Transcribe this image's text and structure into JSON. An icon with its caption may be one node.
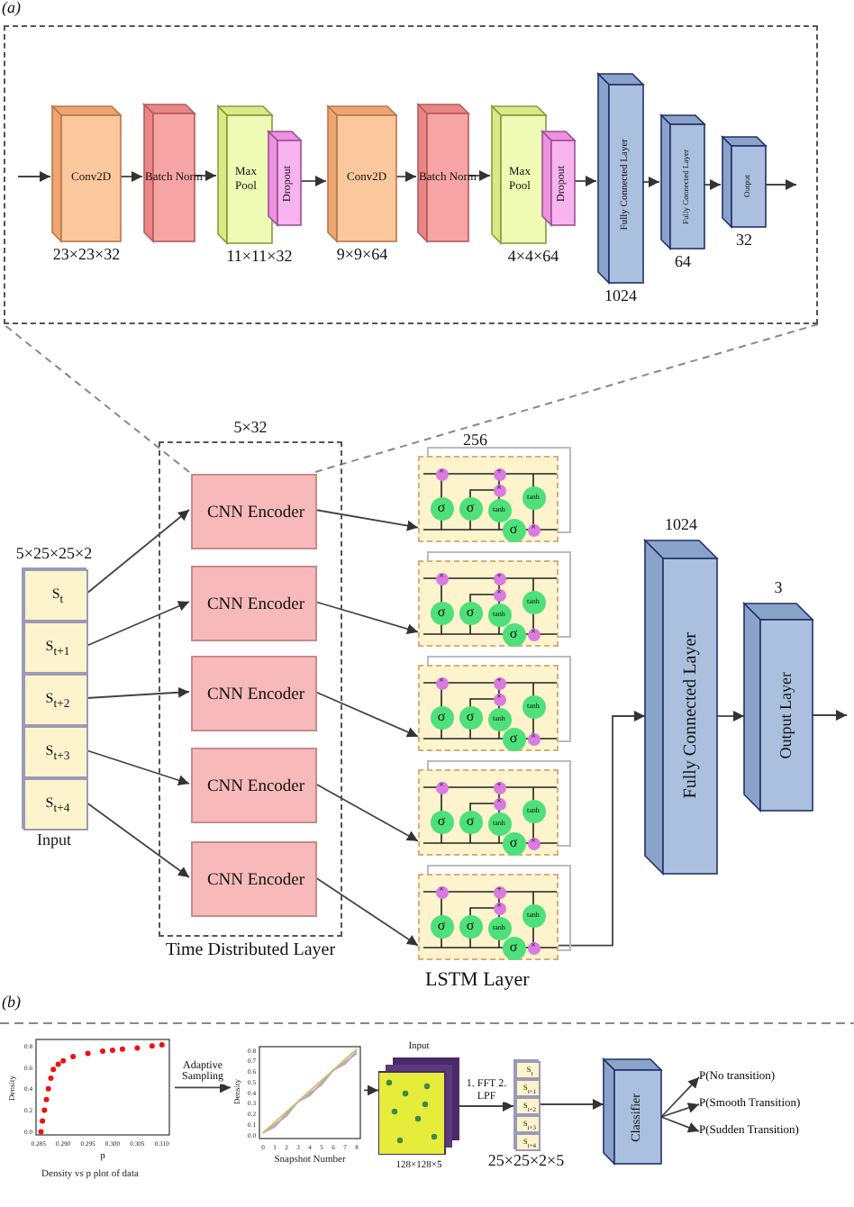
{
  "diagram": {
    "nodes": [
      {
        "text": [],
        "shape": "box"
      },
      {
        "text": [
          "Conv2D"
        ],
        "in": 0,
        "beside": [
          "23×23×32"
        ]
      },
      {
        "text": [
          "Batch Norm"
        ],
        "in": 0
      },
      {
        "text": [
          "Max Pool"
        ],
        "in": 0,
        "beside": [
          "11×11×32"
        ]
      },
      {
        "text": [
          "Dropout"
        ],
        "in": 0
      },
      {
        "text": [
          "Conv2D"
        ],
        "in": 0,
        "beside": [
          "9×9×64"
        ]
      },
      {
        "text": [
          "Batch Norm"
        ],
        "in": 0
      },
      {
        "text": [
          "Max Pool"
        ],
        "in": 0,
        "beside": [
          "4×4×64"
        ]
      },
      {
        "text": [
          "Dropout"
        ],
        "in": 0
      },
      {
        "text": [
          "Fully Connected Layer"
        ],
        "in": 0,
        "beside": [
          "1024"
        ]
      },
      {
        "text": [
          "Fully Connected Layer"
        ],
        "in": 0,
        "beside": [
          "64"
        ]
      },
      {
        "text": [
          "Output"
        ],
        "in": 0,
        "beside": [
          "32"
        ]
      },
      {
        "text": [
          "Input"
        ],
        "beside": [
          "5×25×25×2"
        ]
      },
      {
        "text": [
          "S$_{t}$"
        ],
        "in": 12
      },
      {
        "text": [
          "S$_{t+1}$"
        ],
        "in": 12
      },
      {
        "text": [
          "S$_{t+2}$"
        ],
        "in": 12
      },
      {
        "text": [
          "S$_{t+3}$"
        ],
        "in": 12
      },
      {
        "text": [
          "S$_{t+4}$"
        ],
        "in": 12
      },
      {
        "text": [
          "Time Distributed Layer"
        ],
        "beside": [
          "5×32"
        ]
      },
      {
        "text": [
          "CNN Encoder"
        ],
        "in": 18
      },
      {
        "text": [
          "CNN Encoder"
        ],
        "in": 18
      },
      {
        "text": [
          "CNN Encoder"
        ],
        "in": 18
      },
      {
        "text": [
          "CNN Encoder"
        ],
        "in": 18
      },
      {
        "text": [
          "CNN Encoder"
        ],
        "in": 18
      },
      {
        "text": [
          "×",
          "+",
          "×",
          "tanh",
          "σ",
          "σ",
          "tanh",
          "σ",
          "×"
        ]
      },
      {
        "text": [
          "×",
          "+",
          "×",
          "tanh",
          "σ",
          "σ",
          "tanh",
          "σ",
          "×"
        ]
      },
      {
        "text": [
          "×",
          "+",
          "×",
          "tanh",
          "σ",
          "σ",
          "tanh",
          "σ",
          "×"
        ]
      },
      {
        "text": [
          "×",
          "+",
          "×",
          "tanh",
          "σ",
          "σ",
          "tanh",
          "σ",
          "×"
        ]
      },
      {
        "text": [
          "×",
          "+",
          "×",
          "tanh",
          "σ",
          "σ",
          "tanh",
          "σ",
          "×"
        ]
      },
      {
        "text": [
          "Fully Connected Layer"
        ],
        "beside": [
          "1024"
        ]
      },
      {
        "text": [
          "Output Layer"
        ],
        "beside": [
          "3"
        ]
      },
      {
        "text": [],
        "shape": "box"
      },
      {
        "text": [
          "0.8",
          "0.7",
          "0.6",
          "0.5",
          "0.4",
          "0.3",
          "0.2",
          "0.1",
          "0.0",
          "0",
          "1",
          "2",
          "3",
          "4",
          "5",
          "6",
          "7",
          "8",
          "Density",
          "Snapshot Number"
        ]
      },
      {
        "text": [
          "Input",
          "128×128×5"
        ]
      },
      {
        "text": [],
        "shape": "box",
        "beside": [
          "25×25×2×5"
        ]
      },
      {
        "text": [
          "S$_{t}$"
        ],
        "in": 34
      },
      {
        "text": [
          "S$_{t+1}$"
        ],
        "in": 34
      },
      {
        "text": [
          "S$_{t+2}$"
        ],
        "in": 34
      },
      {
        "text": [
          "S$_{t+3}$"
        ],
        "in": 34
      },
      {
        "text": [
          "S$_{t+4}$"
        ],
        "in": 34
      },
      {
        "text": [
          "Classifier"
        ]
      },
      {
        "text": [
          "P(No transition)"
        ]
      },
      {
        "text": [
          "P(Smooth Transition)"
        ]
      },
      {
        "text": [
          "P(Sudden Transition)"
        ]
      }
    ],
    "edges": [
      {
        "from": null,
        "to": 1,
        "arrow": "to"
      },
      {
        "from": 1,
        "to": 2,
        "arrow": "to"
      },
      {
        "from": 2,
        "to": 3,
        "arrow": "to"
      },
      {
        "from": 4,
        "to": 5,
        "arrow": "to"
      },
      {
        "from": 5,
        "to": 6,
        "arrow": "to"
      },
      {
        "from": 6,
        "to": 7,
        "arrow": "to"
      },
      {
        "from": 8,
        "to": 9,
        "arrow": "to"
      },
      {
        "from": 9,
        "to": 10,
        "arrow": "to"
      },
      {
        "from": 10,
        "to": 11,
        "arrow": "to"
      },
      {
        "from": 11,
        "to": null,
        "arrow": "to"
      },
      {
        "from": 19,
        "to": 0,
        "arrow": "none",
        "style": "dashed"
      },
      {
        "from": 19,
        "to": 0,
        "arrow": "none",
        "style": "dashed"
      },
      {
        "from": 13,
        "to": 19,
        "arrow": "to"
      },
      {
        "from": 14,
        "to": 20,
        "arrow": "to"
      },
      {
        "from": 15,
        "to": 21,
        "arrow": "to"
      },
      {
        "from": 16,
        "to": 22,
        "arrow": "to"
      },
      {
        "from": 17,
        "to": 23,
        "arrow": "to"
      },
      {
        "from": 19,
        "to": 24,
        "arrow": "to"
      },
      {
        "from": 20,
        "to": 25,
        "arrow": "to"
      },
      {
        "from": 21,
        "to": 26,
        "arrow": "to"
      },
      {
        "from": 22,
        "to": 27,
        "arrow": "to"
      },
      {
        "from": 23,
        "to": 28,
        "arrow": "to"
      },
      {
        "from": 28,
        "to": 29,
        "arrow": "to"
      },
      {
        "from": 29,
        "to": 30,
        "arrow": "to"
      },
      {
        "from": 30,
        "to": null,
        "arrow": "to"
      },
      {
        "from": 31,
        "to": 32,
        "label": "Adaptive Sampling",
        "arrow": "to"
      },
      {
        "from": 32,
        "to": 33,
        "arrow": "to"
      },
      {
        "from": 33,
        "to": 34,
        "label": "1. FFT 2. LPF",
        "arrow": "to"
      },
      {
        "from": 34,
        "to": 40,
        "arrow": "to"
      },
      {
        "from": 40,
        "to": 41,
        "arrow": "to"
      },
      {
        "from": 40,
        "to": 42,
        "arrow": "to"
      },
      {
        "from": 40,
        "to": 43,
        "arrow": "to"
      }
    ],
    "labels": [
      "(a)",
      "256",
      "LSTM Layer",
      "(b)"
    ],
    "chart_data": {
      "type": "scatter",
      "title": "Density vs p plot of data",
      "xlabel": "p",
      "ylabel": "Density",
      "x": [
        0.2855,
        0.2858,
        0.2862,
        0.2866,
        0.287,
        0.2875,
        0.288,
        0.289,
        0.29,
        0.292,
        0.295,
        0.298,
        0.3,
        0.302,
        0.305,
        0.308,
        0.31
      ],
      "series": [
        {
          "color": "#ee1111",
          "values": [
            0.0,
            0.1,
            0.2,
            0.3,
            0.4,
            0.5,
            0.58,
            0.63,
            0.66,
            0.7,
            0.73,
            0.75,
            0.76,
            0.77,
            0.78,
            0.8,
            0.81
          ]
        }
      ],
      "xlim": [
        0.2845,
        0.3115
      ],
      "ylim": [
        -0.03,
        0.86
      ],
      "xticks": [
        {
          "value": 0.285,
          "label": "0.285"
        },
        {
          "value": 0.29,
          "label": "0.290"
        },
        {
          "value": 0.295,
          "label": "0.295"
        },
        {
          "value": 0.3,
          "label": "0.300"
        },
        {
          "value": 0.305,
          "label": "0.305"
        },
        {
          "value": 0.31,
          "label": "0.310"
        }
      ],
      "yticks": [
        {
          "value": 0,
          "label": "0.0"
        },
        {
          "value": 0.2,
          "label": "0.2"
        },
        {
          "value": 0.4,
          "label": "0.4"
        },
        {
          "value": 0.6,
          "label": "0.6"
        },
        {
          "value": 0.8,
          "label": "0.8"
        }
      ]
    }
  }
}
